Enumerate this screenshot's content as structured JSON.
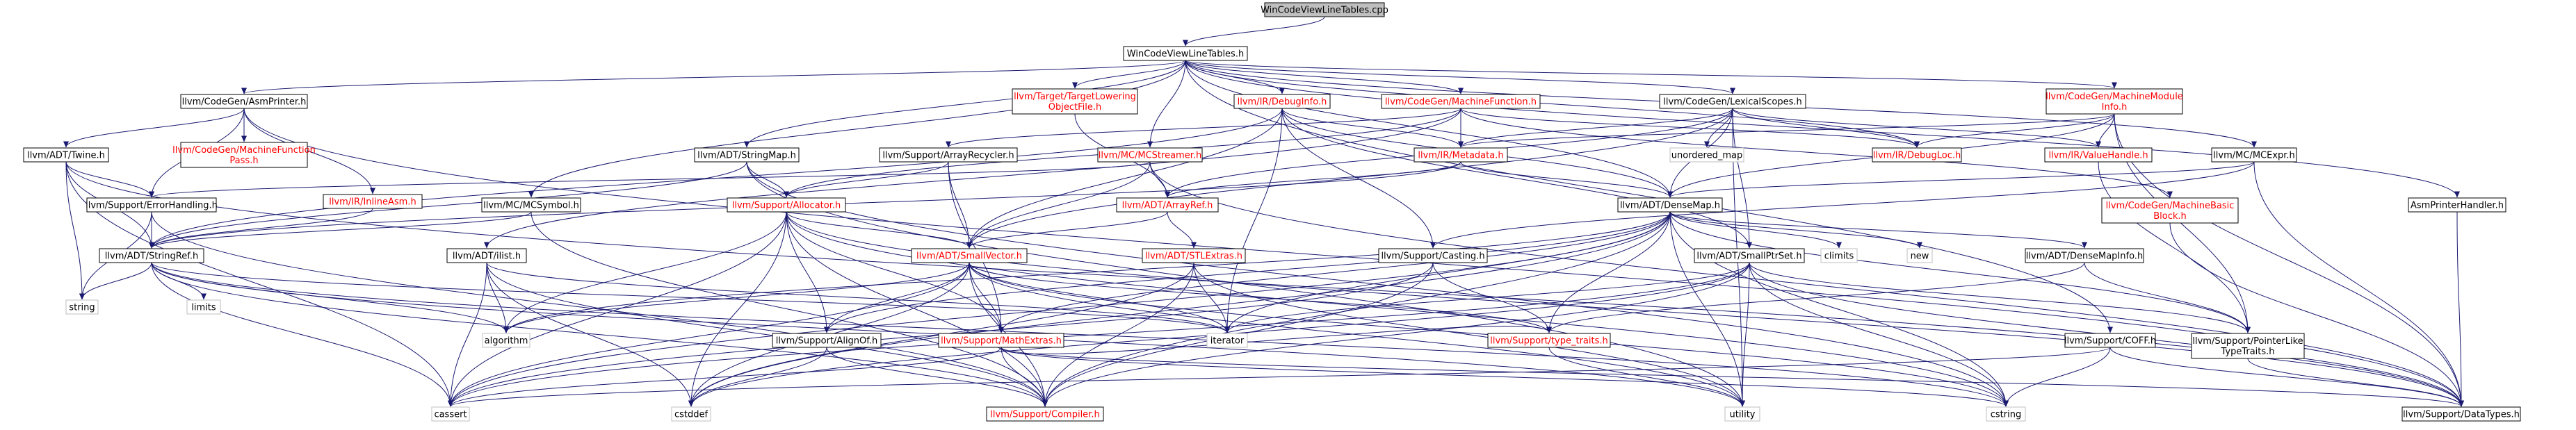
{
  "colors": {
    "edge": "#191970",
    "root_fill": "#bfbfbf",
    "node_fill": "#ffffff",
    "node_border": "#000000",
    "undocumented_text": "#ff0000",
    "plain_text": "#000000"
  },
  "graph": {
    "root": "WinCodeViewLineTables.cpp",
    "nodes": [
      {
        "id": "root",
        "label": "WinCodeViewLineTables.cpp",
        "kind": "root"
      },
      {
        "id": "wcvlt_h",
        "label": "WinCodeViewLineTables.h",
        "kind": "documented"
      },
      {
        "id": "asmprinter_h",
        "label": "llvm/CodeGen/AsmPrinter.h",
        "kind": "documented"
      },
      {
        "id": "twine_h",
        "label": "llvm/ADT/Twine.h",
        "kind": "documented"
      },
      {
        "id": "mfpass_h",
        "label": [
          "llvm/CodeGen/MachineFunction",
          "Pass.h"
        ],
        "kind": "undocumented"
      },
      {
        "id": "inlineasm_h",
        "label": "llvm/IR/InlineAsm.h",
        "kind": "undocumented"
      },
      {
        "id": "errorhandling_h",
        "label": "llvm/Support/ErrorHandling.h",
        "kind": "documented"
      },
      {
        "id": "stringref_h",
        "label": "llvm/ADT/StringRef.h",
        "kind": "documented"
      },
      {
        "id": "string",
        "label": "string",
        "kind": "system"
      },
      {
        "id": "limits",
        "label": "limits",
        "kind": "system"
      },
      {
        "id": "algorithm",
        "label": "algorithm",
        "kind": "system"
      },
      {
        "id": "cassert",
        "label": "cassert",
        "kind": "system"
      },
      {
        "id": "cstddef",
        "label": "cstddef",
        "kind": "system"
      },
      {
        "id": "cstring",
        "label": "cstring",
        "kind": "system"
      },
      {
        "id": "utility",
        "label": "utility",
        "kind": "system"
      },
      {
        "id": "iterator",
        "label": "iterator",
        "kind": "system"
      },
      {
        "id": "climits",
        "label": "climits",
        "kind": "system"
      },
      {
        "id": "new",
        "label": "new",
        "kind": "system"
      },
      {
        "id": "unordered_map",
        "label": "unordered_map",
        "kind": "system"
      },
      {
        "id": "ttlof_h",
        "label": [
          "llvm/Target/TargetLowering",
          "ObjectFile.h"
        ],
        "kind": "undocumented"
      },
      {
        "id": "debuginfo_h",
        "label": "llvm/IR/DebugInfo.h",
        "kind": "undocumented"
      },
      {
        "id": "machinefunction_h",
        "label": "llvm/CodeGen/MachineFunction.h",
        "kind": "undocumented"
      },
      {
        "id": "lexicalscopes_h",
        "label": "llvm/CodeGen/LexicalScopes.h",
        "kind": "documented"
      },
      {
        "id": "mmi_h",
        "label": [
          "llvm/CodeGen/MachineModule",
          "Info.h"
        ],
        "kind": "undocumented"
      },
      {
        "id": "mcexpr_h",
        "label": "llvm/MC/MCExpr.h",
        "kind": "documented"
      },
      {
        "id": "asmprinterhandler_h",
        "label": "AsmPrinterHandler.h",
        "kind": "documented"
      },
      {
        "id": "stringmap_h",
        "label": "llvm/ADT/StringMap.h",
        "kind": "documented"
      },
      {
        "id": "arrayrecycler_h",
        "label": "llvm/Support/ArrayRecycler.h",
        "kind": "documented"
      },
      {
        "id": "mcstreamer_h",
        "label": "llvm/MC/MCStreamer.h",
        "kind": "undocumented"
      },
      {
        "id": "metadata_h",
        "label": "llvm/IR/Metadata.h",
        "kind": "undocumented"
      },
      {
        "id": "debugloc_h",
        "label": "llvm/IR/DebugLoc.h",
        "kind": "undocumented"
      },
      {
        "id": "valuehandle_h",
        "label": "llvm/IR/ValueHandle.h",
        "kind": "undocumented"
      },
      {
        "id": "mcsymbol_h",
        "label": "llvm/MC/MCSymbol.h",
        "kind": "documented"
      },
      {
        "id": "allocator_h",
        "label": "llvm/Support/Allocator.h",
        "kind": "undocumented"
      },
      {
        "id": "arrayref_h",
        "label": "llvm/ADT/ArrayRef.h",
        "kind": "undocumented"
      },
      {
        "id": "densemap_h",
        "label": "llvm/ADT/DenseMap.h",
        "kind": "documented"
      },
      {
        "id": "mbb_h",
        "label": [
          "llvm/CodeGen/MachineBasic",
          "Block.h"
        ],
        "kind": "undocumented"
      },
      {
        "id": "ilist_h",
        "label": "llvm/ADT/ilist.h",
        "kind": "documented"
      },
      {
        "id": "smallvector_h",
        "label": "llvm/ADT/SmallVector.h",
        "kind": "undocumented"
      },
      {
        "id": "stlextras_h",
        "label": "llvm/ADT/STLExtras.h",
        "kind": "undocumented"
      },
      {
        "id": "casting_h",
        "label": "llvm/Support/Casting.h",
        "kind": "documented"
      },
      {
        "id": "smallptrset_h",
        "label": "llvm/ADT/SmallPtrSet.h",
        "kind": "documented"
      },
      {
        "id": "densemapinfo_h",
        "label": "llvm/ADT/DenseMapInfo.h",
        "kind": "documented"
      },
      {
        "id": "alignof_h",
        "label": "llvm/Support/AlignOf.h",
        "kind": "documented"
      },
      {
        "id": "mathextras_h",
        "label": "llvm/Support/MathExtras.h",
        "kind": "undocumented"
      },
      {
        "id": "typetraits_h",
        "label": "llvm/Support/type_traits.h",
        "kind": "undocumented"
      },
      {
        "id": "coff_h",
        "label": "llvm/Support/COFF.h",
        "kind": "documented"
      },
      {
        "id": "pointerlike_h",
        "label": [
          "llvm/Support/PointerLike",
          "TypeTraits.h"
        ],
        "kind": "documented"
      },
      {
        "id": "compiler_h",
        "label": "llvm/Support/Compiler.h",
        "kind": "undocumented"
      },
      {
        "id": "datatypes_h",
        "label": "llvm/Support/DataTypes.h",
        "kind": "documented"
      }
    ],
    "edges": [
      [
        "root",
        "wcvlt_h"
      ],
      [
        "wcvlt_h",
        "asmprinter_h"
      ],
      [
        "wcvlt_h",
        "ttlof_h"
      ],
      [
        "wcvlt_h",
        "debuginfo_h"
      ],
      [
        "wcvlt_h",
        "machinefunction_h"
      ],
      [
        "wcvlt_h",
        "lexicalscopes_h"
      ],
      [
        "wcvlt_h",
        "mmi_h"
      ],
      [
        "wcvlt_h",
        "mcexpr_h"
      ],
      [
        "wcvlt_h",
        "asmprinterhandler_h"
      ],
      [
        "wcvlt_h",
        "stringmap_h"
      ],
      [
        "wcvlt_h",
        "mcstreamer_h"
      ],
      [
        "wcvlt_h",
        "mcsymbol_h"
      ],
      [
        "wcvlt_h",
        "debugloc_h"
      ],
      [
        "wcvlt_h",
        "densemap_h"
      ],
      [
        "wcvlt_h",
        "coff_h"
      ],
      [
        "asmprinter_h",
        "twine_h"
      ],
      [
        "asmprinter_h",
        "mfpass_h"
      ],
      [
        "asmprinter_h",
        "inlineasm_h"
      ],
      [
        "asmprinter_h",
        "errorhandling_h"
      ],
      [
        "asmprinter_h",
        "datatypes_h"
      ],
      [
        "twine_h",
        "errorhandling_h"
      ],
      [
        "twine_h",
        "stringref_h"
      ],
      [
        "twine_h",
        "string"
      ],
      [
        "twine_h",
        "cassert"
      ],
      [
        "twine_h",
        "datatypes_h"
      ],
      [
        "inlineasm_h",
        "stringref_h"
      ],
      [
        "errorhandling_h",
        "stringref_h"
      ],
      [
        "errorhandling_h",
        "compiler_h"
      ],
      [
        "errorhandling_h",
        "string"
      ],
      [
        "stringref_h",
        "string"
      ],
      [
        "stringref_h",
        "limits"
      ],
      [
        "stringref_h",
        "algorithm"
      ],
      [
        "stringref_h",
        "cassert"
      ],
      [
        "stringref_h",
        "cstring"
      ],
      [
        "stringref_h",
        "utility"
      ],
      [
        "stringref_h",
        "compiler_h"
      ],
      [
        "stringref_h",
        "iterator"
      ],
      [
        "ttlof_h",
        "arrayref_h"
      ],
      [
        "debuginfo_h",
        "metadata_h"
      ],
      [
        "debuginfo_h",
        "smallvector_h"
      ],
      [
        "debuginfo_h",
        "smallptrset_h"
      ],
      [
        "debuginfo_h",
        "densemap_h"
      ],
      [
        "debuginfo_h",
        "casting_h"
      ],
      [
        "debuginfo_h",
        "iterator"
      ],
      [
        "debuginfo_h",
        "stringref_h"
      ],
      [
        "machinefunction_h",
        "metadata_h"
      ],
      [
        "machinefunction_h",
        "allocator_h"
      ],
      [
        "machinefunction_h",
        "debugloc_h"
      ],
      [
        "machinefunction_h",
        "arrayrecycler_h"
      ],
      [
        "machinefunction_h",
        "mbb_h"
      ],
      [
        "machinefunction_h",
        "ilist_h"
      ],
      [
        "lexicalscopes_h",
        "arrayref_h"
      ],
      [
        "lexicalscopes_h",
        "densemap_h"
      ],
      [
        "lexicalscopes_h",
        "smallptrset_h"
      ],
      [
        "lexicalscopes_h",
        "smallvector_h"
      ],
      [
        "lexicalscopes_h",
        "debugloc_h"
      ],
      [
        "lexicalscopes_h",
        "metadata_h"
      ],
      [
        "lexicalscopes_h",
        "valuehandle_h"
      ],
      [
        "lexicalscopes_h",
        "unordered_map"
      ],
      [
        "lexicalscopes_h",
        "utility"
      ],
      [
        "mmi_h",
        "densemap_h"
      ],
      [
        "mmi_h",
        "debugloc_h"
      ],
      [
        "mmi_h",
        "valuehandle_h"
      ],
      [
        "mmi_h",
        "metadata_h"
      ],
      [
        "mmi_h",
        "datatypes_h"
      ],
      [
        "mmi_h",
        "pointerlike_h"
      ],
      [
        "mcexpr_h",
        "densemap_h"
      ],
      [
        "mcexpr_h",
        "casting_h"
      ],
      [
        "mcexpr_h",
        "datatypes_h"
      ],
      [
        "asmprinterhandler_h",
        "datatypes_h"
      ],
      [
        "stringmap_h",
        "stringref_h"
      ],
      [
        "stringmap_h",
        "allocator_h"
      ],
      [
        "stringmap_h",
        "cstring"
      ],
      [
        "stringmap_h",
        "utility"
      ],
      [
        "arrayrecycler_h",
        "smallvector_h"
      ],
      [
        "arrayrecycler_h",
        "allocator_h"
      ],
      [
        "arrayrecycler_h",
        "mathextras_h"
      ],
      [
        "mcstreamer_h",
        "arrayref_h"
      ],
      [
        "mcstreamer_h",
        "smallvector_h"
      ],
      [
        "mcstreamer_h",
        "datatypes_h"
      ],
      [
        "mcstreamer_h",
        "errorhandling_h"
      ],
      [
        "metadata_h",
        "arrayref_h"
      ],
      [
        "metadata_h",
        "densemap_h"
      ],
      [
        "metadata_h",
        "stringref_h"
      ],
      [
        "mcsymbol_h",
        "stringref_h"
      ],
      [
        "mcsymbol_h",
        "compiler_h"
      ],
      [
        "allocator_h",
        "smallvector_h"
      ],
      [
        "allocator_h",
        "alignof_h"
      ],
      [
        "allocator_h",
        "mathextras_h"
      ],
      [
        "allocator_h",
        "compiler_h"
      ],
      [
        "allocator_h",
        "datatypes_h"
      ],
      [
        "allocator_h",
        "algorithm"
      ],
      [
        "allocator_h",
        "cassert"
      ],
      [
        "allocator_h",
        "cstddef"
      ],
      [
        "allocator_h",
        "cstring"
      ],
      [
        "arrayref_h",
        "smallvector_h"
      ],
      [
        "arrayref_h",
        "stlextras_h"
      ],
      [
        "densemap_h",
        "densemapinfo_h"
      ],
      [
        "densemap_h",
        "alignof_h"
      ],
      [
        "densemap_h",
        "compiler_h"
      ],
      [
        "densemap_h",
        "mathextras_h"
      ],
      [
        "densemap_h",
        "pointerlike_h"
      ],
      [
        "densemap_h",
        "typetraits_h"
      ],
      [
        "densemap_h",
        "algorithm"
      ],
      [
        "densemap_h",
        "cassert"
      ],
      [
        "densemap_h",
        "climits"
      ],
      [
        "densemap_h",
        "cstddef"
      ],
      [
        "densemap_h",
        "cstring"
      ],
      [
        "densemap_h",
        "iterator"
      ],
      [
        "densemap_h",
        "new"
      ],
      [
        "densemap_h",
        "utility"
      ],
      [
        "ilist_h",
        "compiler_h"
      ],
      [
        "ilist_h",
        "algorithm"
      ],
      [
        "ilist_h",
        "cassert"
      ],
      [
        "ilist_h",
        "cstddef"
      ],
      [
        "ilist_h",
        "iterator"
      ],
      [
        "smallvector_h",
        "alignof_h"
      ],
      [
        "smallvector_h",
        "compiler_h"
      ],
      [
        "smallvector_h",
        "mathextras_h"
      ],
      [
        "smallvector_h",
        "typetraits_h"
      ],
      [
        "smallvector_h",
        "algorithm"
      ],
      [
        "smallvector_h",
        "cassert"
      ],
      [
        "smallvector_h",
        "cstddef"
      ],
      [
        "smallvector_h",
        "cstring"
      ],
      [
        "smallvector_h",
        "iterator"
      ],
      [
        "smallvector_h",
        "utility"
      ],
      [
        "stlextras_h",
        "compiler_h"
      ],
      [
        "stlextras_h",
        "cstddef"
      ],
      [
        "stlextras_h",
        "iterator"
      ],
      [
        "stlextras_h",
        "utility"
      ],
      [
        "casting_h",
        "compiler_h"
      ],
      [
        "casting_h",
        "typetraits_h"
      ],
      [
        "casting_h",
        "cassert"
      ],
      [
        "smallptrset_h",
        "compiler_h"
      ],
      [
        "smallptrset_h",
        "datatypes_h"
      ],
      [
        "smallptrset_h",
        "pointerlike_h"
      ],
      [
        "smallptrset_h",
        "cassert"
      ],
      [
        "smallptrset_h",
        "cstddef"
      ],
      [
        "smallptrset_h",
        "cstring"
      ],
      [
        "smallptrset_h",
        "iterator"
      ],
      [
        "smallptrset_h",
        "utility"
      ],
      [
        "densemapinfo_h",
        "pointerlike_h"
      ],
      [
        "densemapinfo_h",
        "typetraits_h"
      ],
      [
        "alignof_h",
        "compiler_h"
      ],
      [
        "alignof_h",
        "cstddef"
      ],
      [
        "mathextras_h",
        "compiler_h"
      ],
      [
        "mathextras_h",
        "typetraits_h"
      ],
      [
        "mathextras_h",
        "datatypes_h"
      ],
      [
        "mathextras_h",
        "cassert"
      ],
      [
        "mathextras_h",
        "cstring"
      ],
      [
        "typetraits_h",
        "utility"
      ],
      [
        "coff_h",
        "datatypes_h"
      ],
      [
        "coff_h",
        "cassert"
      ],
      [
        "coff_h",
        "cstring"
      ],
      [
        "pointerlike_h",
        "datatypes_h"
      ],
      [
        "valuehandle_h",
        "pointerlike_h"
      ],
      [
        "mbb_h",
        "datatypes_h"
      ]
    ]
  }
}
